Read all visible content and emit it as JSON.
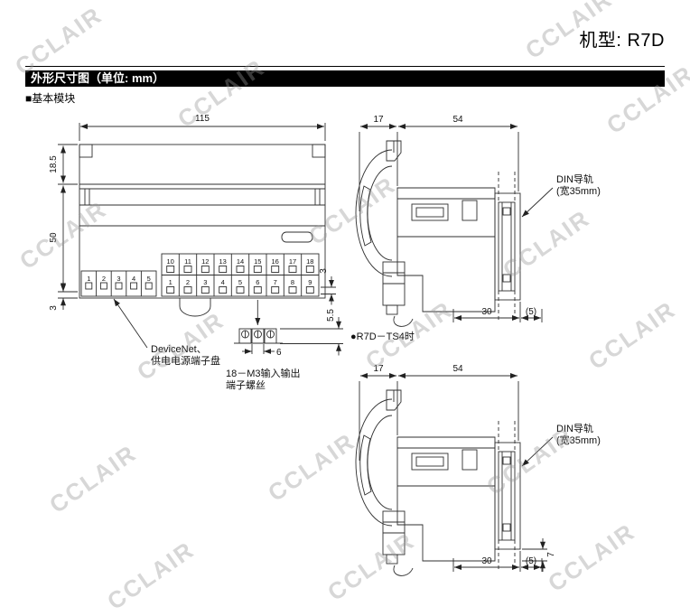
{
  "page": {
    "model_label": "机型: R7D",
    "title_bar": "外形尺寸图（单位: mm）",
    "section_label": "■基本模块",
    "watermark": "CCLAIR"
  },
  "front_view": {
    "dim_width": "115",
    "dim_height_top": "18.5",
    "dim_height_mid": "50",
    "dim_height_bottom": "3",
    "dim_right": "3",
    "dim_screw_depth": "5.5",
    "dim_screw_width": "6",
    "io_terminals_top": [
      "10",
      "11",
      "12",
      "13",
      "14",
      "15",
      "16",
      "17",
      "18"
    ],
    "io_terminals_bottom": [
      "1",
      "2",
      "3",
      "4",
      "5",
      "6",
      "7",
      "8",
      "9"
    ],
    "power_terminals": [
      "1",
      "2",
      "3",
      "4",
      "5"
    ],
    "label_devicenet_1": "DeviceNet、",
    "label_devicenet_2": "供电电源端子盘",
    "label_screws_1": "18－M3输入输出",
    "label_screws_2": "端子螺丝"
  },
  "side_view_top": {
    "dim_front": "17",
    "dim_body": "54",
    "dim_bottom": "30",
    "dim_bottom_ref": "(5)",
    "din_label_1": "DIN导轨",
    "din_label_2": "(宽35mm)",
    "caption": "●R7D－TS4时"
  },
  "side_view_bottom": {
    "dim_front": "17",
    "dim_body": "54",
    "dim_bottom": "30",
    "dim_bottom_ref": "(5)",
    "dim_step": "7",
    "din_label_1": "DIN导轨",
    "din_label_2": "(宽35mm)"
  }
}
